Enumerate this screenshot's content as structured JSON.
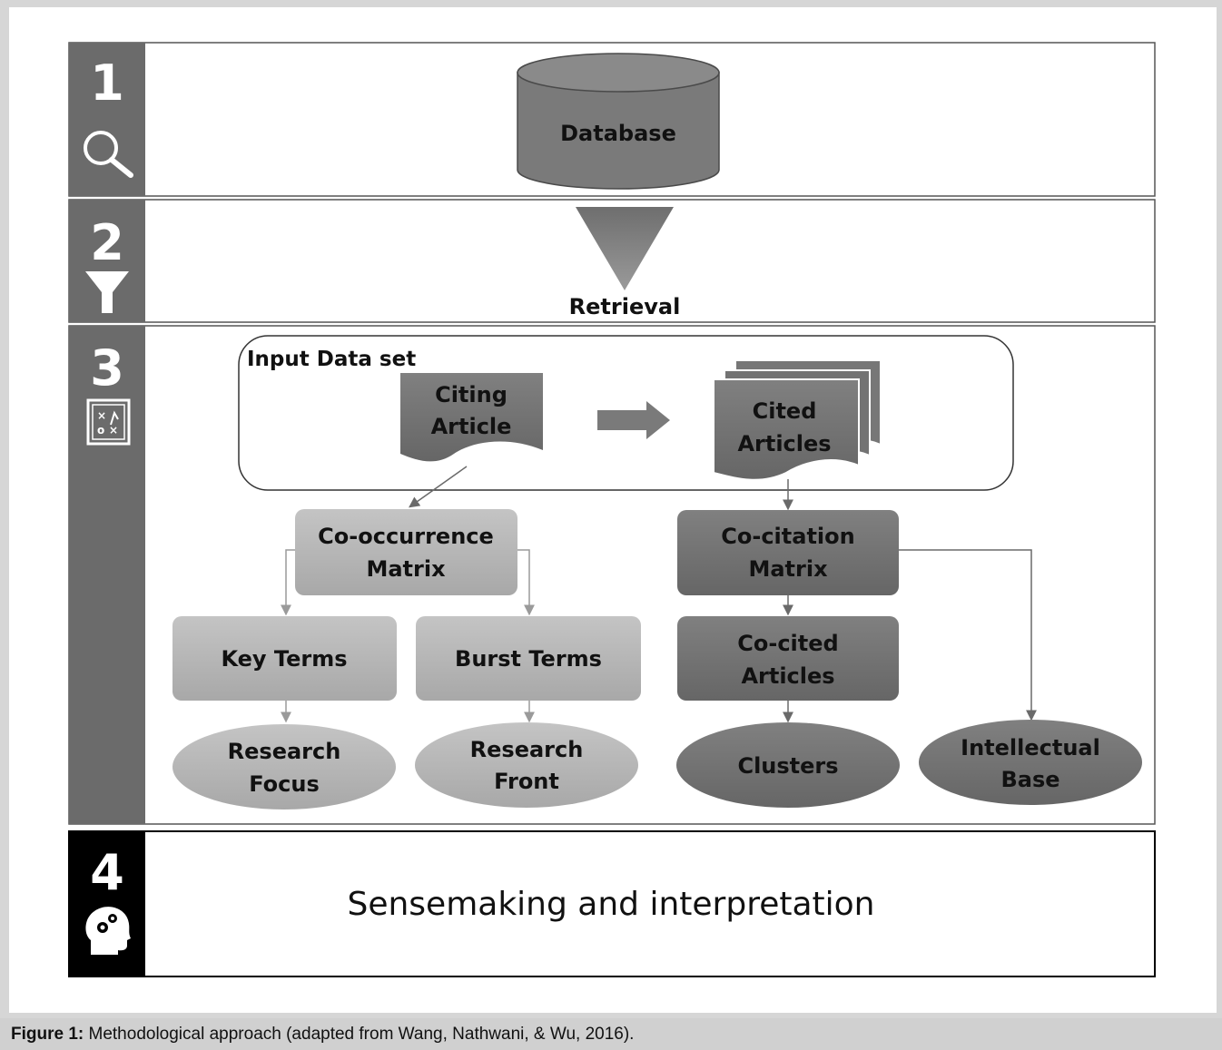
{
  "steps": [
    {
      "number": "1",
      "icon": "search-icon"
    },
    {
      "number": "2",
      "icon": "filter-funnel-icon"
    },
    {
      "number": "3",
      "icon": "strategy-board-icon"
    },
    {
      "number": "4",
      "icon": "head-gears-icon"
    }
  ],
  "step1": {
    "database": "Database"
  },
  "step2": {
    "retrieval": "Retrieval"
  },
  "step3": {
    "input_dataset": "Input Data set",
    "citing_line1": "Citing",
    "citing_line2": "Article",
    "cited_line1": "Cited",
    "cited_line2": "Articles",
    "cooccurrence_line1": "Co-occurrence",
    "cooccurrence_line2": "Matrix",
    "cocitation_line1": "Co-citation",
    "cocitation_line2": "Matrix",
    "key_terms": "Key Terms",
    "burst_terms": "Burst Terms",
    "cocited_line1": "Co-cited",
    "cocited_line2": "Articles",
    "research_focus_line1": "Research",
    "research_focus_line2": "Focus",
    "research_front_line1": "Research",
    "research_front_line2": "Front",
    "clusters": "Clusters",
    "intellectual_line1": "Intellectual",
    "intellectual_line2": "Base"
  },
  "step4": {
    "text": "Sensemaking and interpretation"
  },
  "caption": {
    "label": "Figure 1:",
    "text": " Methodological approach (adapted from Wang, Nathwani, & Wu, 2016)."
  },
  "colors": {
    "sidebar": "#6b6b6b",
    "sidebar_step4": "#000000",
    "light_box": "#b5b5b5",
    "dark_box": "#727272",
    "database": "#7a7a7a"
  }
}
